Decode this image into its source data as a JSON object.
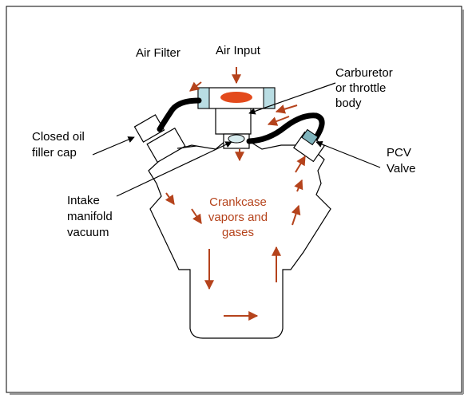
{
  "labels": {
    "air_filter": "Air Filter",
    "air_input": "Air Input",
    "carburetor_line1": "Carburetor",
    "carburetor_line2": "or throttle",
    "carburetor_line3": "body",
    "closed_oil_line1": "Closed oil",
    "closed_oil_line2": "filler cap",
    "pcv_line1": "PCV",
    "pcv_line2": "Valve",
    "intake_line1": "Intake",
    "intake_line2": "manifold",
    "intake_line3": "vacuum",
    "crankcase_line1": "Crankcase",
    "crankcase_line2": "vapors and",
    "crankcase_line3": "gases"
  },
  "colors": {
    "flow_arrow": "#b5431c",
    "air_input_ellipse": "#e34a1c",
    "filter_end": "#b9dde3",
    "pcv_valve": "#7fb4bd",
    "outline": "#000000"
  }
}
